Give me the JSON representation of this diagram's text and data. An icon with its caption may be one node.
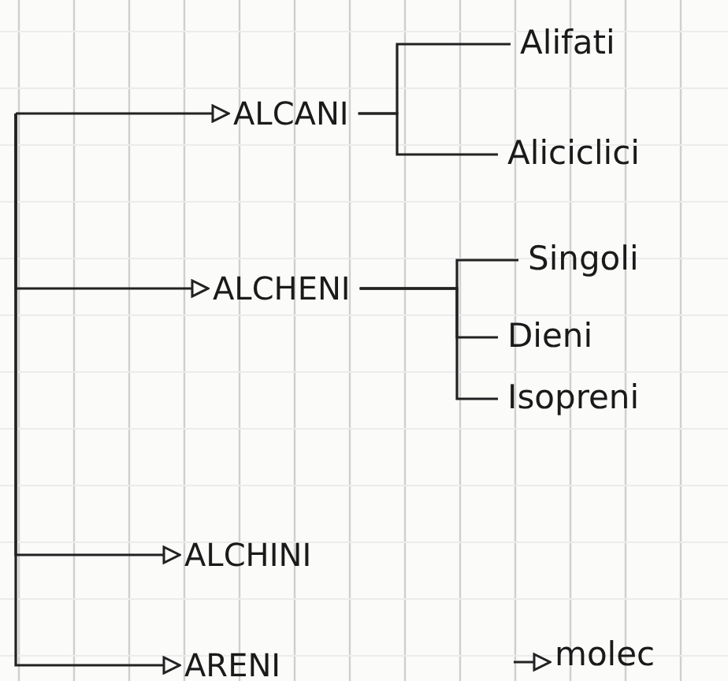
{
  "diagram": {
    "nodes": [
      {
        "text": [
          "ALCANI"
        ]
      },
      {
        "text": [
          "Alifati"
        ]
      },
      {
        "text": [
          "Aliciclici"
        ]
      },
      {
        "text": [
          "ALCHENI"
        ]
      },
      {
        "text": [
          "Singoli"
        ]
      },
      {
        "text": [
          "Dieni"
        ]
      },
      {
        "text": [
          "Isopreni"
        ]
      },
      {
        "text": [
          "ALCHINI"
        ]
      },
      {
        "text": [
          "ARENI"
        ]
      },
      {
        "text": [
          "molec"
        ]
      }
    ],
    "edges": [
      {
        "from": null,
        "to": 0,
        "arrow": "to"
      },
      {
        "from": null,
        "to": 3,
        "arrow": "to"
      },
      {
        "from": null,
        "to": 7,
        "arrow": "to"
      },
      {
        "from": null,
        "to": 8,
        "arrow": "to"
      },
      {
        "from": 0,
        "to": 1,
        "arrow": "none"
      },
      {
        "from": 0,
        "to": 2,
        "arrow": "none"
      },
      {
        "from": 3,
        "to": 4,
        "arrow": "none"
      },
      {
        "from": 3,
        "to": 5,
        "arrow": "none"
      },
      {
        "from": 3,
        "to": 6,
        "arrow": "none"
      },
      {
        "from": null,
        "to": 9,
        "arrow": "to"
      }
    ]
  }
}
